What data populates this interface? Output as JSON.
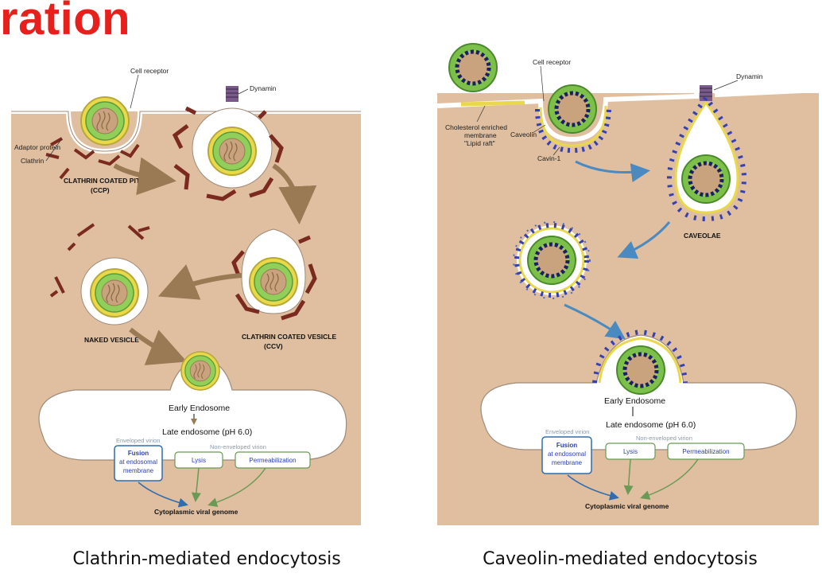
{
  "title": "ration",
  "captions": {
    "left": "Clathrin-mediated endocytosis",
    "right": "Caveolin-mediated endocytosis"
  },
  "left_panel": {
    "cell_receptor": "Cell receptor",
    "dynamin": "Dynamin",
    "adaptor_protein": "Adaptor protein",
    "clathrin": "Clathrin",
    "ccp_line1": "CLATHRIN COATED PIT",
    "ccp_line2": "(CCP)",
    "ccv_line1": "CLATHRIN COATED VESICLE",
    "ccv_line2": "(CCV)",
    "naked_vesicle": "NAKED VESICLE",
    "early_endosome": "Early Endosome",
    "late_endosome": "Late endosome (pH 6.0)",
    "enveloped_virion": "Enveloped virion",
    "non_enveloped_virion": "Non-enveloped virion",
    "fusion_line1": "Fusion",
    "fusion_line2": "at endosomal",
    "fusion_line3": "membrane",
    "lysis": "Lysis",
    "permeabilization": "Permeabilization",
    "genome": "Cytoplasmic viral genome"
  },
  "right_panel": {
    "cell_receptor": "Cell receptor",
    "dynamin": "Dynamin",
    "lipid_raft_line1": "Cholesterol enriched",
    "lipid_raft_line2": "membrane",
    "lipid_raft_line3": "\"Lipid raft\"",
    "caveolin": "Caveolin",
    "cavin": "Cavin-1",
    "caveolae": "CAVEOLAE",
    "early_endosome": "Early Endosome",
    "late_endosome": "Late endosome (pH 6.0)",
    "enveloped_virion": "Enveloped virion",
    "non_enveloped_virion": "Non-enveloped virion",
    "fusion_line1": "Fusion",
    "fusion_line2": "at endosomal",
    "fusion_line3": "membrane",
    "lysis": "Lysis",
    "permeabilization": "Permeabilization",
    "genome": "Cytoplasmic viral genome"
  },
  "colors": {
    "title": "#e8201c",
    "cytoplasm": "#dfbfa0",
    "membrane": "#ffffff",
    "clathrin": "#7a2a1e",
    "capsid_yellow": "#e8d84a",
    "capsid_green": "#7cc04a",
    "genome_navy": "#1b2060",
    "caveolin_blue": "#3640b0",
    "core_tan": "#c9a27e"
  }
}
